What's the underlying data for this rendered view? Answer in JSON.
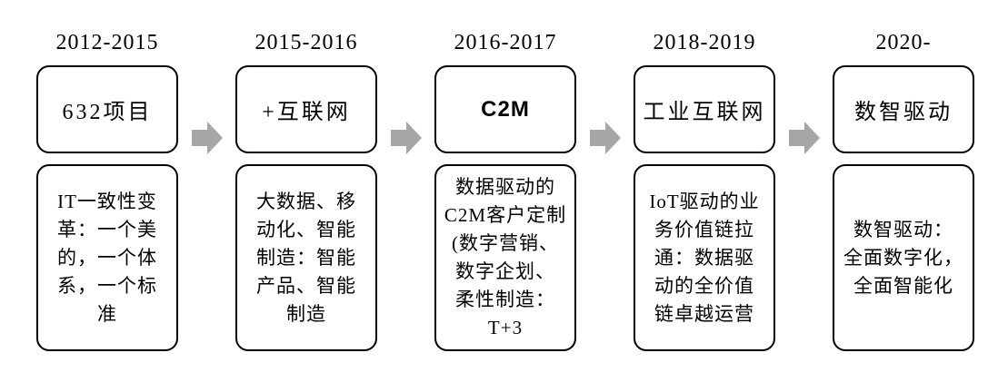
{
  "diagram": {
    "type": "timeline-flow",
    "arrow_color": "#a6a6a6",
    "border_color": "#000000",
    "background_color": "#ffffff",
    "stages": [
      {
        "year": "2012-2015",
        "title": "632项目",
        "description": "IT一致性变\n革：一个美\n的，一个体\n系，一个标\n准"
      },
      {
        "year": "2015-2016",
        "title": "+互联网",
        "description": "大数据、移\n动化、智能\n制造：智能\n产品、智能\n制造"
      },
      {
        "year": "2016-2017",
        "title": "C2M",
        "description": "数据驱动的\nC2M客户定制\n(数字营销、\n数字企划、\n柔性制造：\nT+3"
      },
      {
        "year": "2018-2019",
        "title": "工业互联网",
        "description": "IoT驱动的业\n务价值链拉\n通：数据驱\n动的全价值\n链卓越运营"
      },
      {
        "year": "2020-",
        "title": "数智驱动",
        "description": "数智驱动：\n全面数字化，\n全面智能化"
      }
    ]
  }
}
